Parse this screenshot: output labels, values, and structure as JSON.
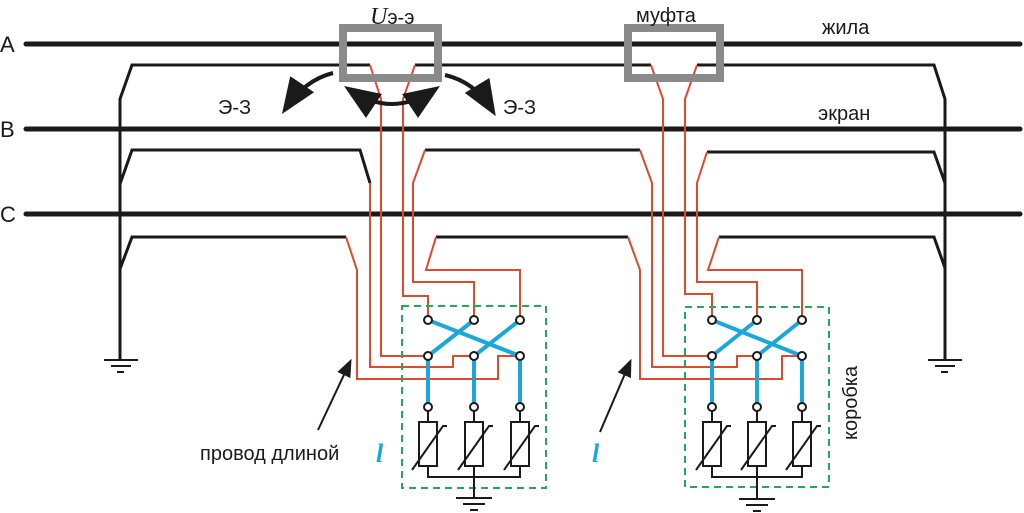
{
  "phases": [
    "A",
    "B",
    "C"
  ],
  "labels": {
    "u_symbol": "U",
    "u_subscript": "э-э",
    "coupling": "муфта",
    "core": "жила",
    "screen": "экран",
    "box": "коробка",
    "wire_length": "провод длиной",
    "length_symbol": "l",
    "earth_fault_left": "Э-З",
    "earth_fault_right": "Э-З"
  },
  "colors": {
    "conductor": "#1a1a1a",
    "bonding_wire": "#e0492a",
    "cross_link": "#1aa7dc",
    "coupling": "#8a8a8a",
    "box_border": "#22aa55"
  }
}
